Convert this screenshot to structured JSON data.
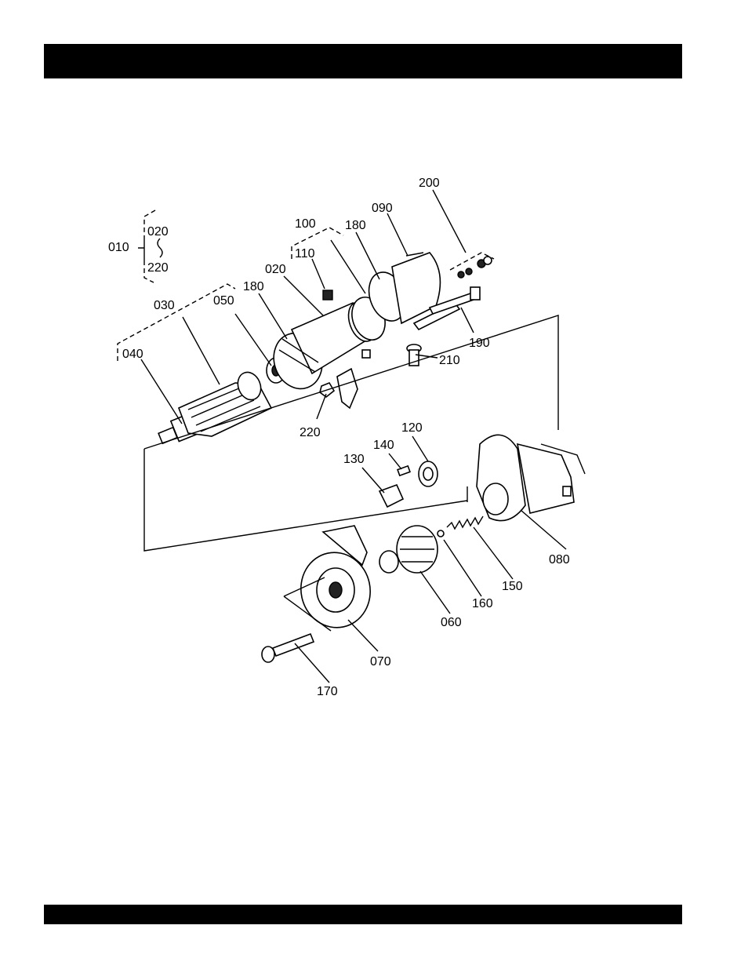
{
  "diagram": {
    "parts": [
      {
        "id": "010",
        "label": "010"
      },
      {
        "id": "020a",
        "label": "020"
      },
      {
        "id": "220a",
        "label": "220"
      },
      {
        "id": "030",
        "label": "030"
      },
      {
        "id": "040",
        "label": "040"
      },
      {
        "id": "050",
        "label": "050"
      },
      {
        "id": "180a",
        "label": "180"
      },
      {
        "id": "020b",
        "label": "020"
      },
      {
        "id": "100",
        "label": "100"
      },
      {
        "id": "110",
        "label": "110"
      },
      {
        "id": "180b",
        "label": "180"
      },
      {
        "id": "090",
        "label": "090"
      },
      {
        "id": "200",
        "label": "200"
      },
      {
        "id": "190",
        "label": "190"
      },
      {
        "id": "210",
        "label": "210"
      },
      {
        "id": "220b",
        "label": "220"
      },
      {
        "id": "120",
        "label": "120"
      },
      {
        "id": "140",
        "label": "140"
      },
      {
        "id": "130",
        "label": "130"
      },
      {
        "id": "080",
        "label": "080"
      },
      {
        "id": "150",
        "label": "150"
      },
      {
        "id": "160",
        "label": "160"
      },
      {
        "id": "060",
        "label": "060"
      },
      {
        "id": "070",
        "label": "070"
      },
      {
        "id": "170",
        "label": "170"
      }
    ]
  }
}
